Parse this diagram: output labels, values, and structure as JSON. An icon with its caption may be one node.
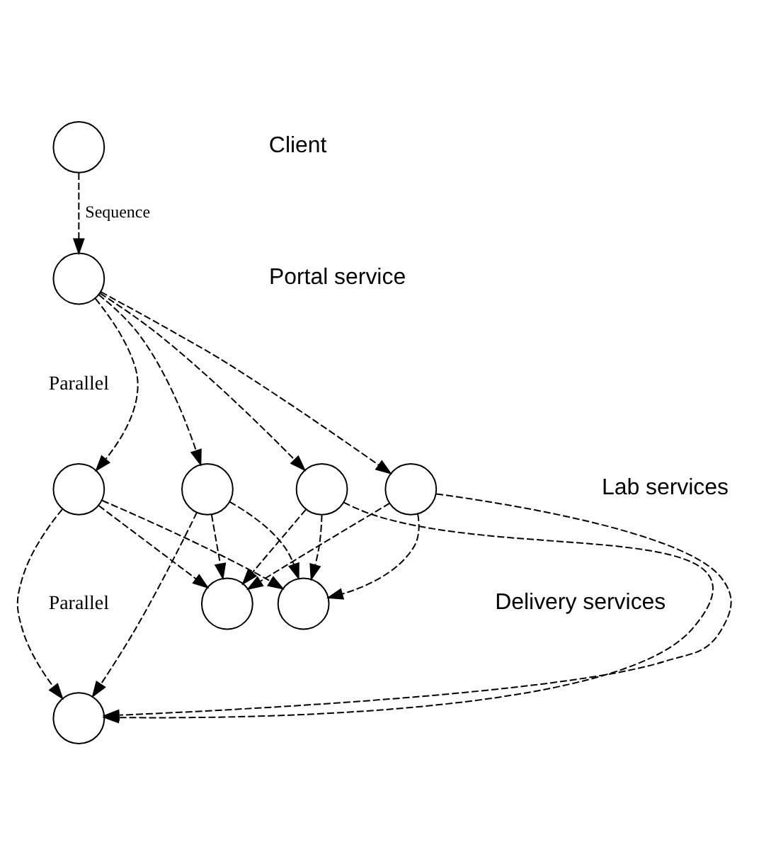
{
  "diagram": {
    "nodes": [
      {
        "text": [],
        "shape": "circle"
      },
      {
        "text": [],
        "shape": "circle"
      },
      {
        "text": [],
        "shape": "circle"
      },
      {
        "text": [],
        "shape": "circle"
      },
      {
        "text": [],
        "shape": "circle"
      },
      {
        "text": [],
        "shape": "circle"
      },
      {
        "text": [],
        "shape": "circle"
      },
      {
        "text": [],
        "shape": "circle"
      },
      {
        "text": [],
        "shape": "circle"
      }
    ],
    "edges": [
      {
        "from": 0,
        "to": 1,
        "arrow": "to",
        "label": "Sequence",
        "style": "dashed"
      },
      {
        "from": 1,
        "to": 2,
        "arrow": "to",
        "style": "dashed"
      },
      {
        "from": 1,
        "to": 3,
        "arrow": "to",
        "style": "dashed"
      },
      {
        "from": 1,
        "to": 4,
        "arrow": "to",
        "style": "dashed"
      },
      {
        "from": 1,
        "to": 5,
        "arrow": "to",
        "style": "dashed"
      },
      {
        "from": 2,
        "to": 6,
        "arrow": "to",
        "style": "dashed"
      },
      {
        "from": 2,
        "to": 7,
        "arrow": "to",
        "style": "dashed"
      },
      {
        "from": 2,
        "to": 8,
        "arrow": "to",
        "style": "dashed"
      },
      {
        "from": 3,
        "to": 6,
        "arrow": "to",
        "style": "dashed"
      },
      {
        "from": 3,
        "to": 7,
        "arrow": "to",
        "style": "dashed"
      },
      {
        "from": 3,
        "to": 8,
        "arrow": "to",
        "style": "dashed"
      },
      {
        "from": 4,
        "to": 6,
        "arrow": "to",
        "style": "dashed"
      },
      {
        "from": 4,
        "to": 7,
        "arrow": "to",
        "style": "dashed"
      },
      {
        "from": 4,
        "to": 8,
        "arrow": "to",
        "style": "dashed"
      },
      {
        "from": 5,
        "to": 6,
        "arrow": "to",
        "style": "dashed"
      },
      {
        "from": 5,
        "to": 7,
        "arrow": "to",
        "style": "dashed"
      },
      {
        "from": 5,
        "to": 8,
        "arrow": "to",
        "style": "dashed"
      }
    ],
    "labels": [
      "Client",
      "Portal service",
      "Parallel",
      "Lab services",
      "Parallel",
      "Delivery services"
    ]
  }
}
